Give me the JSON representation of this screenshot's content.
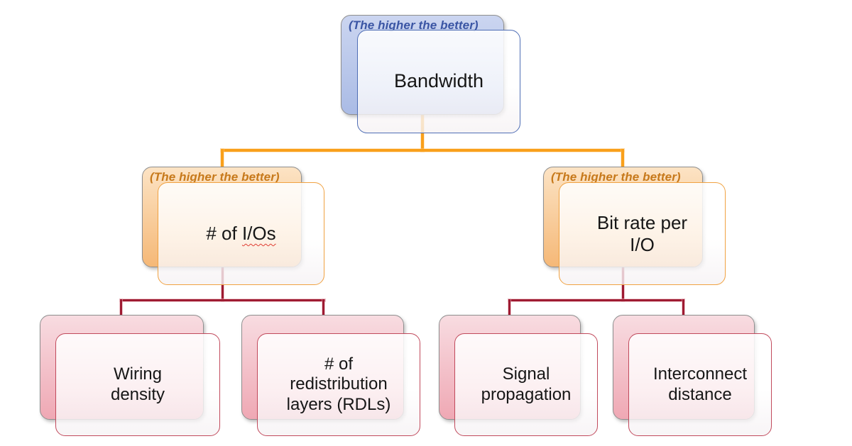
{
  "diagram_type": "hierarchy-tree",
  "annotation": "(The higher the better)",
  "root": {
    "annotation": "(The higher the better)",
    "label": "Bandwidth"
  },
  "branches": [
    {
      "annotation": "(The higher the better)",
      "label_prefix": "# of ",
      "label_flagged": "I/Os"
    },
    {
      "annotation": "(The higher the better)",
      "label": "Bit rate per\nI/O"
    }
  ],
  "leaves": [
    {
      "label": "Wiring\ndensity"
    },
    {
      "label": "# of\nredistribution\nlayers (RDLs)"
    },
    {
      "label": "Signal\npropagation"
    },
    {
      "label": "Interconnect\ndistance"
    }
  ],
  "colors": {
    "connector_orange": "#F9A01B",
    "connector_maroon": "#9E1B32",
    "blue_border": "#4F6EB5",
    "blue_fill_top": "#CBD5F0",
    "blue_fill_bottom": "#AABBE5",
    "blue_text": "#3A55A4",
    "orange_border": "#F0A242",
    "orange_fill_top": "#FCE3C4",
    "orange_fill_bottom": "#F5B877",
    "orange_text": "#C7791B",
    "red_border": "#C14A5C",
    "pink_fill_top": "#F8DCE1",
    "pink_fill_bottom": "#EFA8B4",
    "squiggle_red": "#E03C31"
  }
}
